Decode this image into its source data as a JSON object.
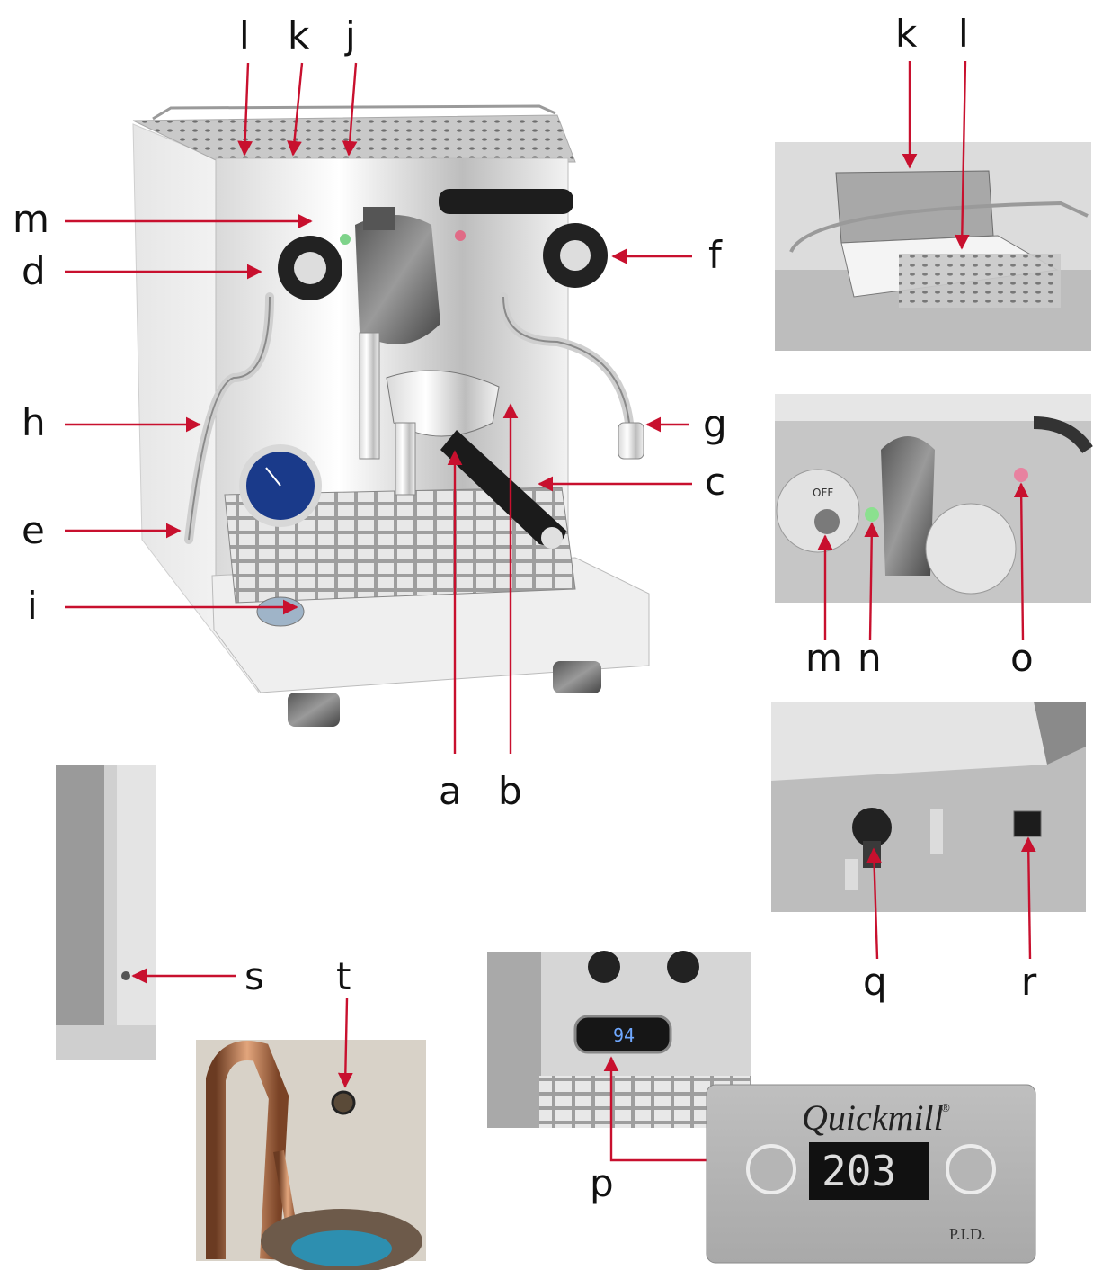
{
  "main_labels": {
    "l": "l",
    "k": "k",
    "j": "j",
    "m": "m",
    "d": "d",
    "f": "f",
    "h": "h",
    "g": "g",
    "c": "c",
    "e": "e",
    "i": "i",
    "a": "a",
    "b": "b"
  },
  "inset_top": {
    "k": "k",
    "l": "l"
  },
  "inset_switches": {
    "m": "m",
    "n": "n",
    "o": "o",
    "off_text": "OFF"
  },
  "inset_underside": {
    "q": "q",
    "r": "r"
  },
  "inset_side": {
    "s": "s"
  },
  "inset_pipe": {
    "t": "t"
  },
  "inset_display": {
    "p": "p",
    "small_reading": "94"
  },
  "pid_panel": {
    "brand": "Quickmill",
    "reading": "203",
    "model": "P.I.D."
  },
  "colors": {
    "arrow": "#c8102e",
    "gauge": "#1a3a8a",
    "display_bg": "#111111"
  }
}
